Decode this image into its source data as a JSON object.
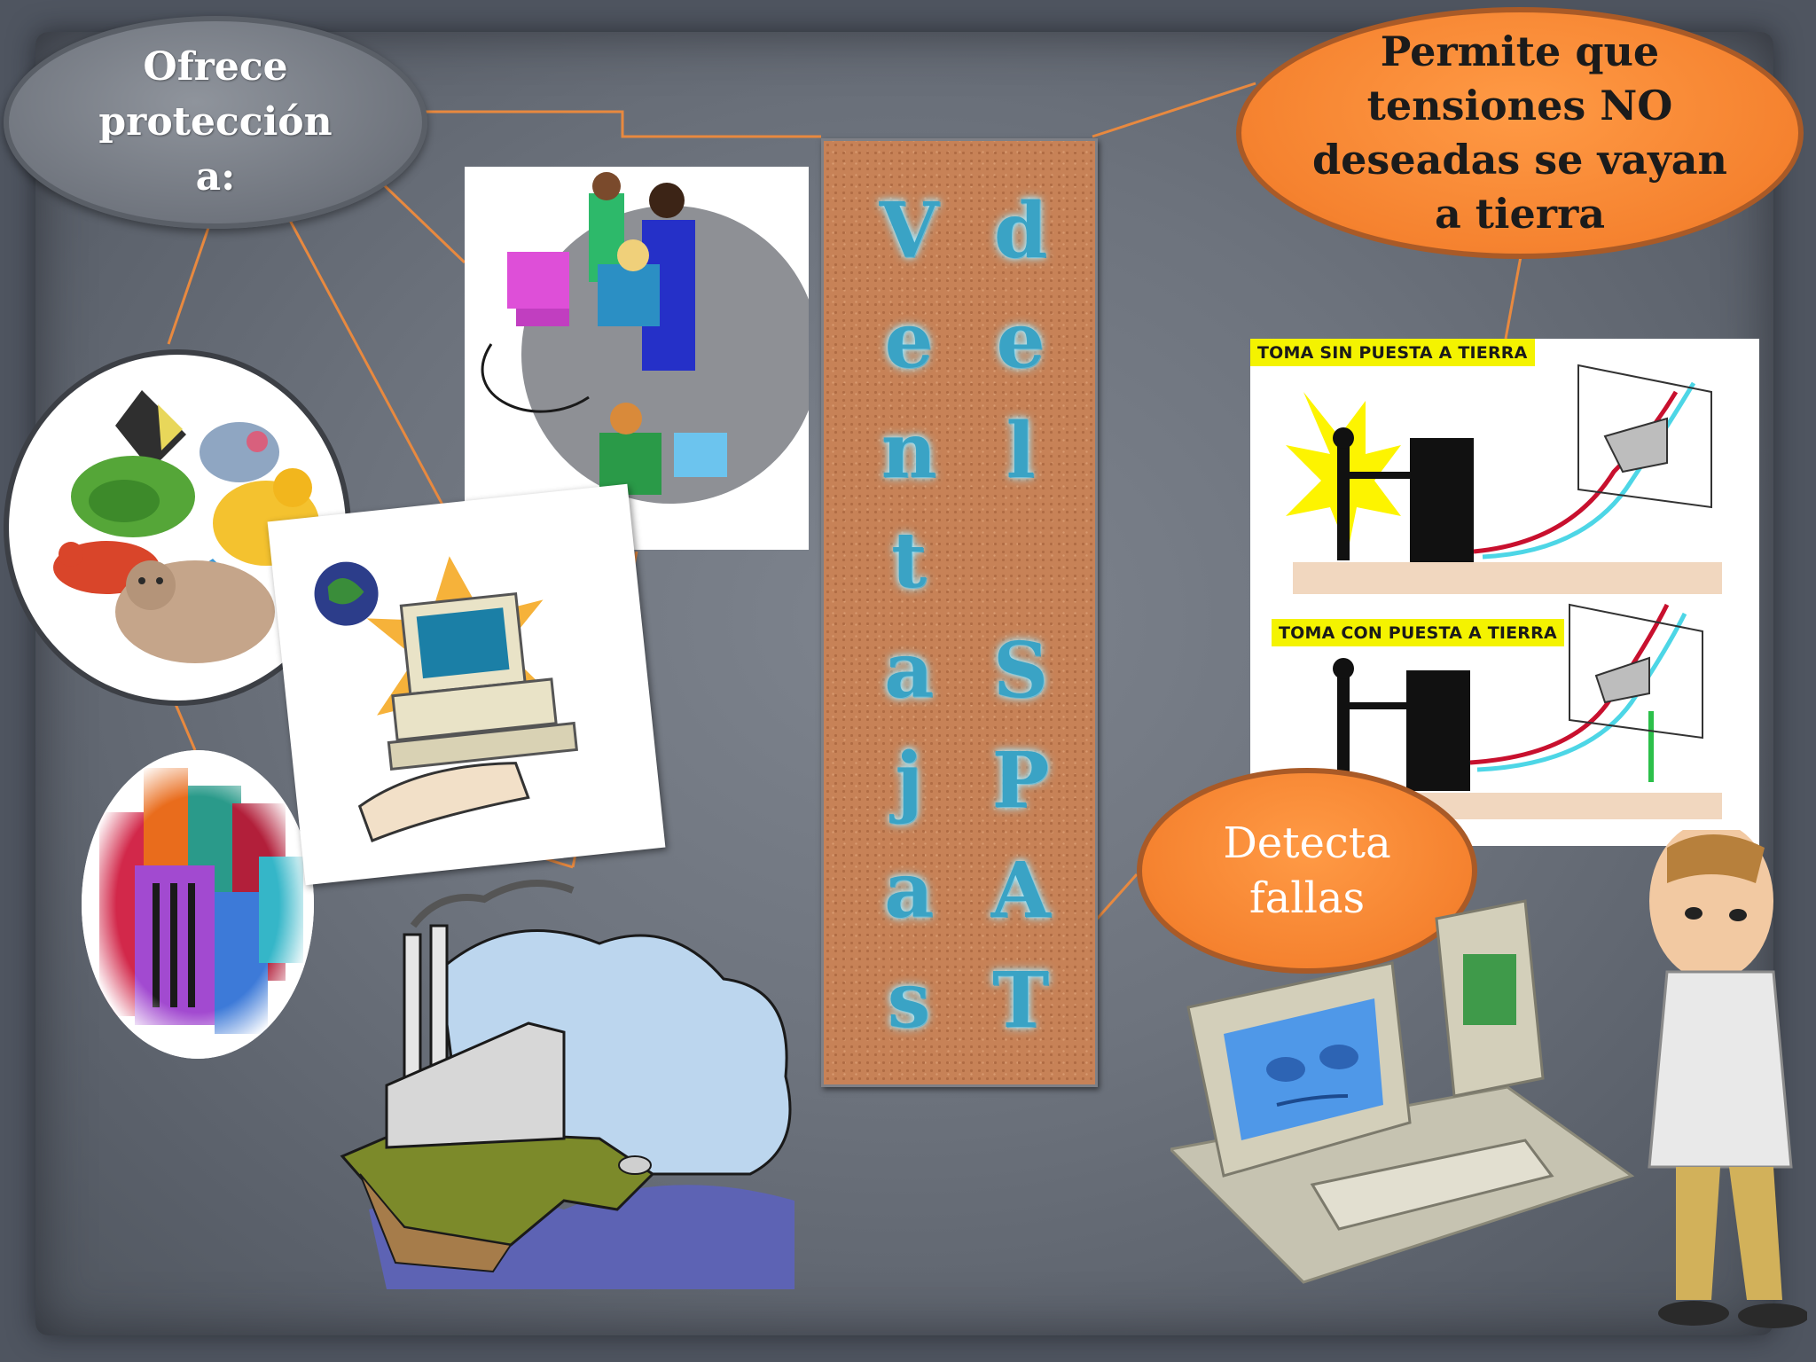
{
  "protects": {
    "label": "Ofrece protección a:"
  },
  "board": {
    "word_left": [
      "V",
      "e",
      "n",
      "t",
      "a",
      "j",
      "a",
      "s"
    ],
    "word_right": [
      "d",
      "e",
      "l",
      "",
      "S",
      "P",
      "A",
      "T"
    ]
  },
  "benefit_ground": {
    "label": "Permite que tensiones NO deseadas se vayan a tierra"
  },
  "benefit_detect": {
    "label": "Detecta fallas"
  },
  "diagram": {
    "top_caption": "TOMA SIN PUESTA A TIERRA",
    "bottom_caption": "TOMA CON PUESTA A TIERRA"
  },
  "colors": {
    "slate": "#6d737d",
    "orange": "#f5822f",
    "title_glow": "#3aa3c5",
    "board": "#c78257"
  }
}
